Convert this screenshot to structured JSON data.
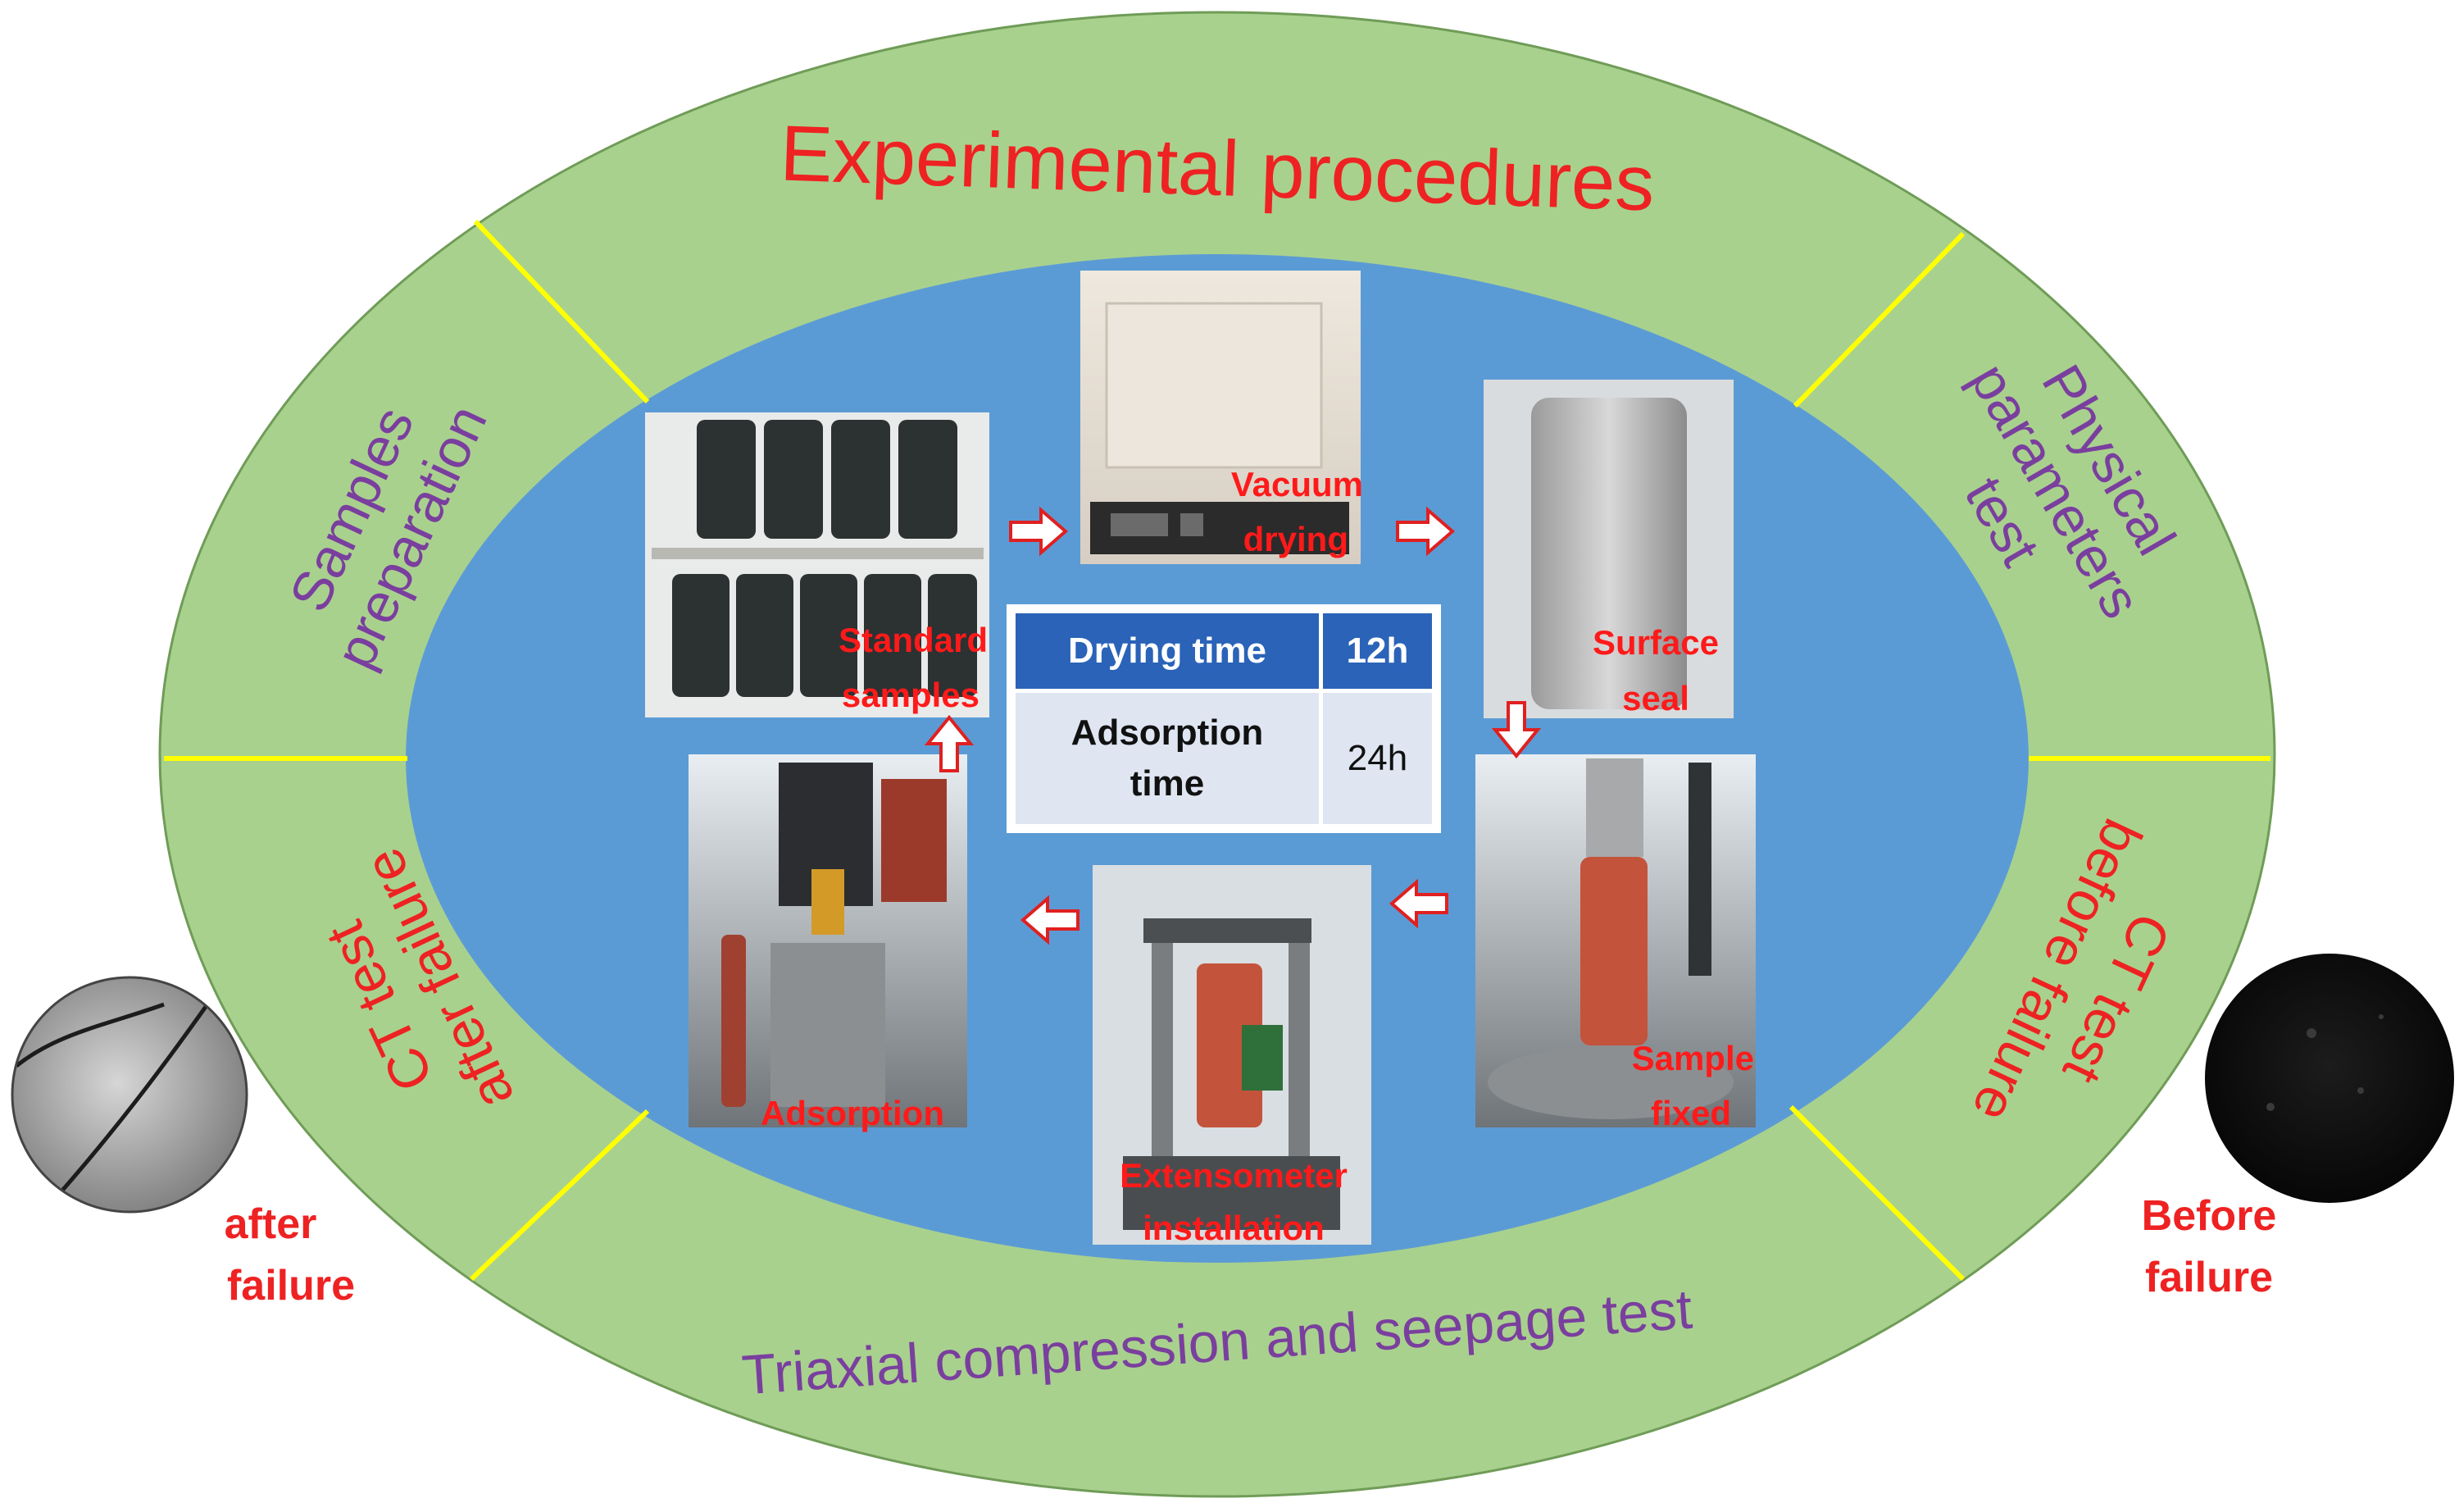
{
  "title": "Experimental procedures",
  "ring_sections": {
    "left_top": [
      "Samples",
      "preparation"
    ],
    "right_top": [
      "Physical",
      "parameters",
      "test"
    ],
    "right_bottom": [
      "CT test",
      "before failure"
    ],
    "left_bottom": [
      "CT test",
      "after failure"
    ],
    "bottom": "Triaxial compression and seepage test"
  },
  "photos": {
    "standard": [
      "Standard",
      "samples"
    ],
    "vacuum": [
      "Vacuum",
      "drying"
    ],
    "seal": [
      "Surface",
      "seal"
    ],
    "fixed": [
      "Sample",
      "fixed"
    ],
    "extenso": [
      "Extensometer",
      "installation"
    ],
    "adsorption": "Adsorption"
  },
  "table": {
    "rows": [
      {
        "label": "Drying time",
        "value": "12h"
      },
      {
        "label": "Adsorption time",
        "value": "24h"
      }
    ]
  },
  "ct_labels": {
    "after": [
      "after",
      "failure"
    ],
    "before": [
      "Before",
      "failure"
    ]
  },
  "colors": {
    "ring": "#a9d18e",
    "inner": "#5b9bd5",
    "divider": "#ffff00",
    "title": "#ee2222",
    "purple_text": "#7a3f9e",
    "photo_label": "#ff1a1a"
  }
}
